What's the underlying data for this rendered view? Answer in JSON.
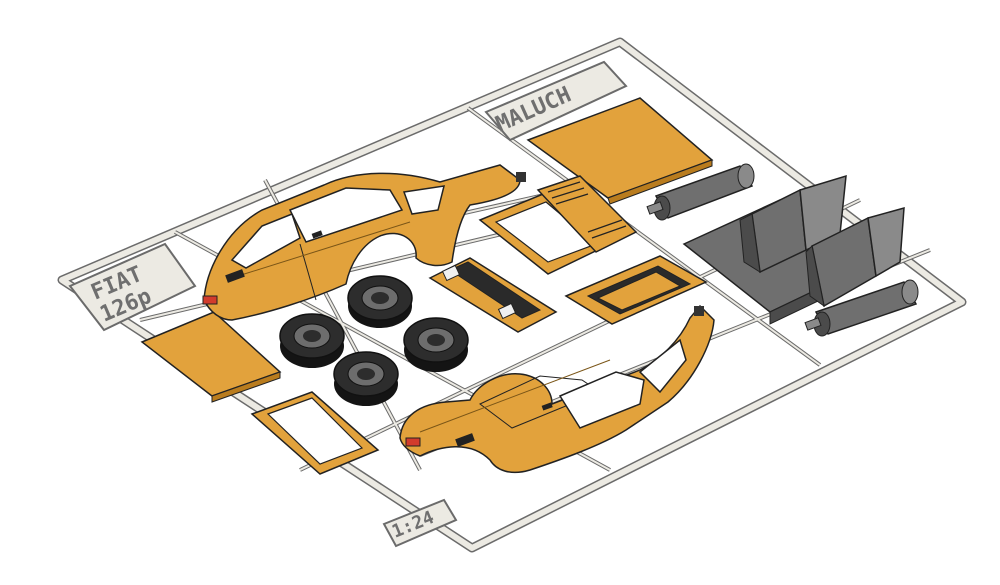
{
  "kit": {
    "labels": {
      "brand_line1": "FIAT",
      "brand_line2": "126p",
      "name": "MALUCH",
      "scale": "1:24"
    }
  },
  "colors": {
    "background": "#ffffff",
    "sprue": "#eceae3",
    "sprue_edge": "#6b6b6b",
    "body_orange": "#e2a23c",
    "body_orange_dark": "#b97c1e",
    "edge": "#222222",
    "tire": "#2d2d2d",
    "tire_dark": "#141414",
    "rim": "#6d6d6d",
    "seat_grey": "#6f6f6f",
    "seat_grey_dark": "#4b4b4b",
    "taillight": "#d23b2c"
  }
}
